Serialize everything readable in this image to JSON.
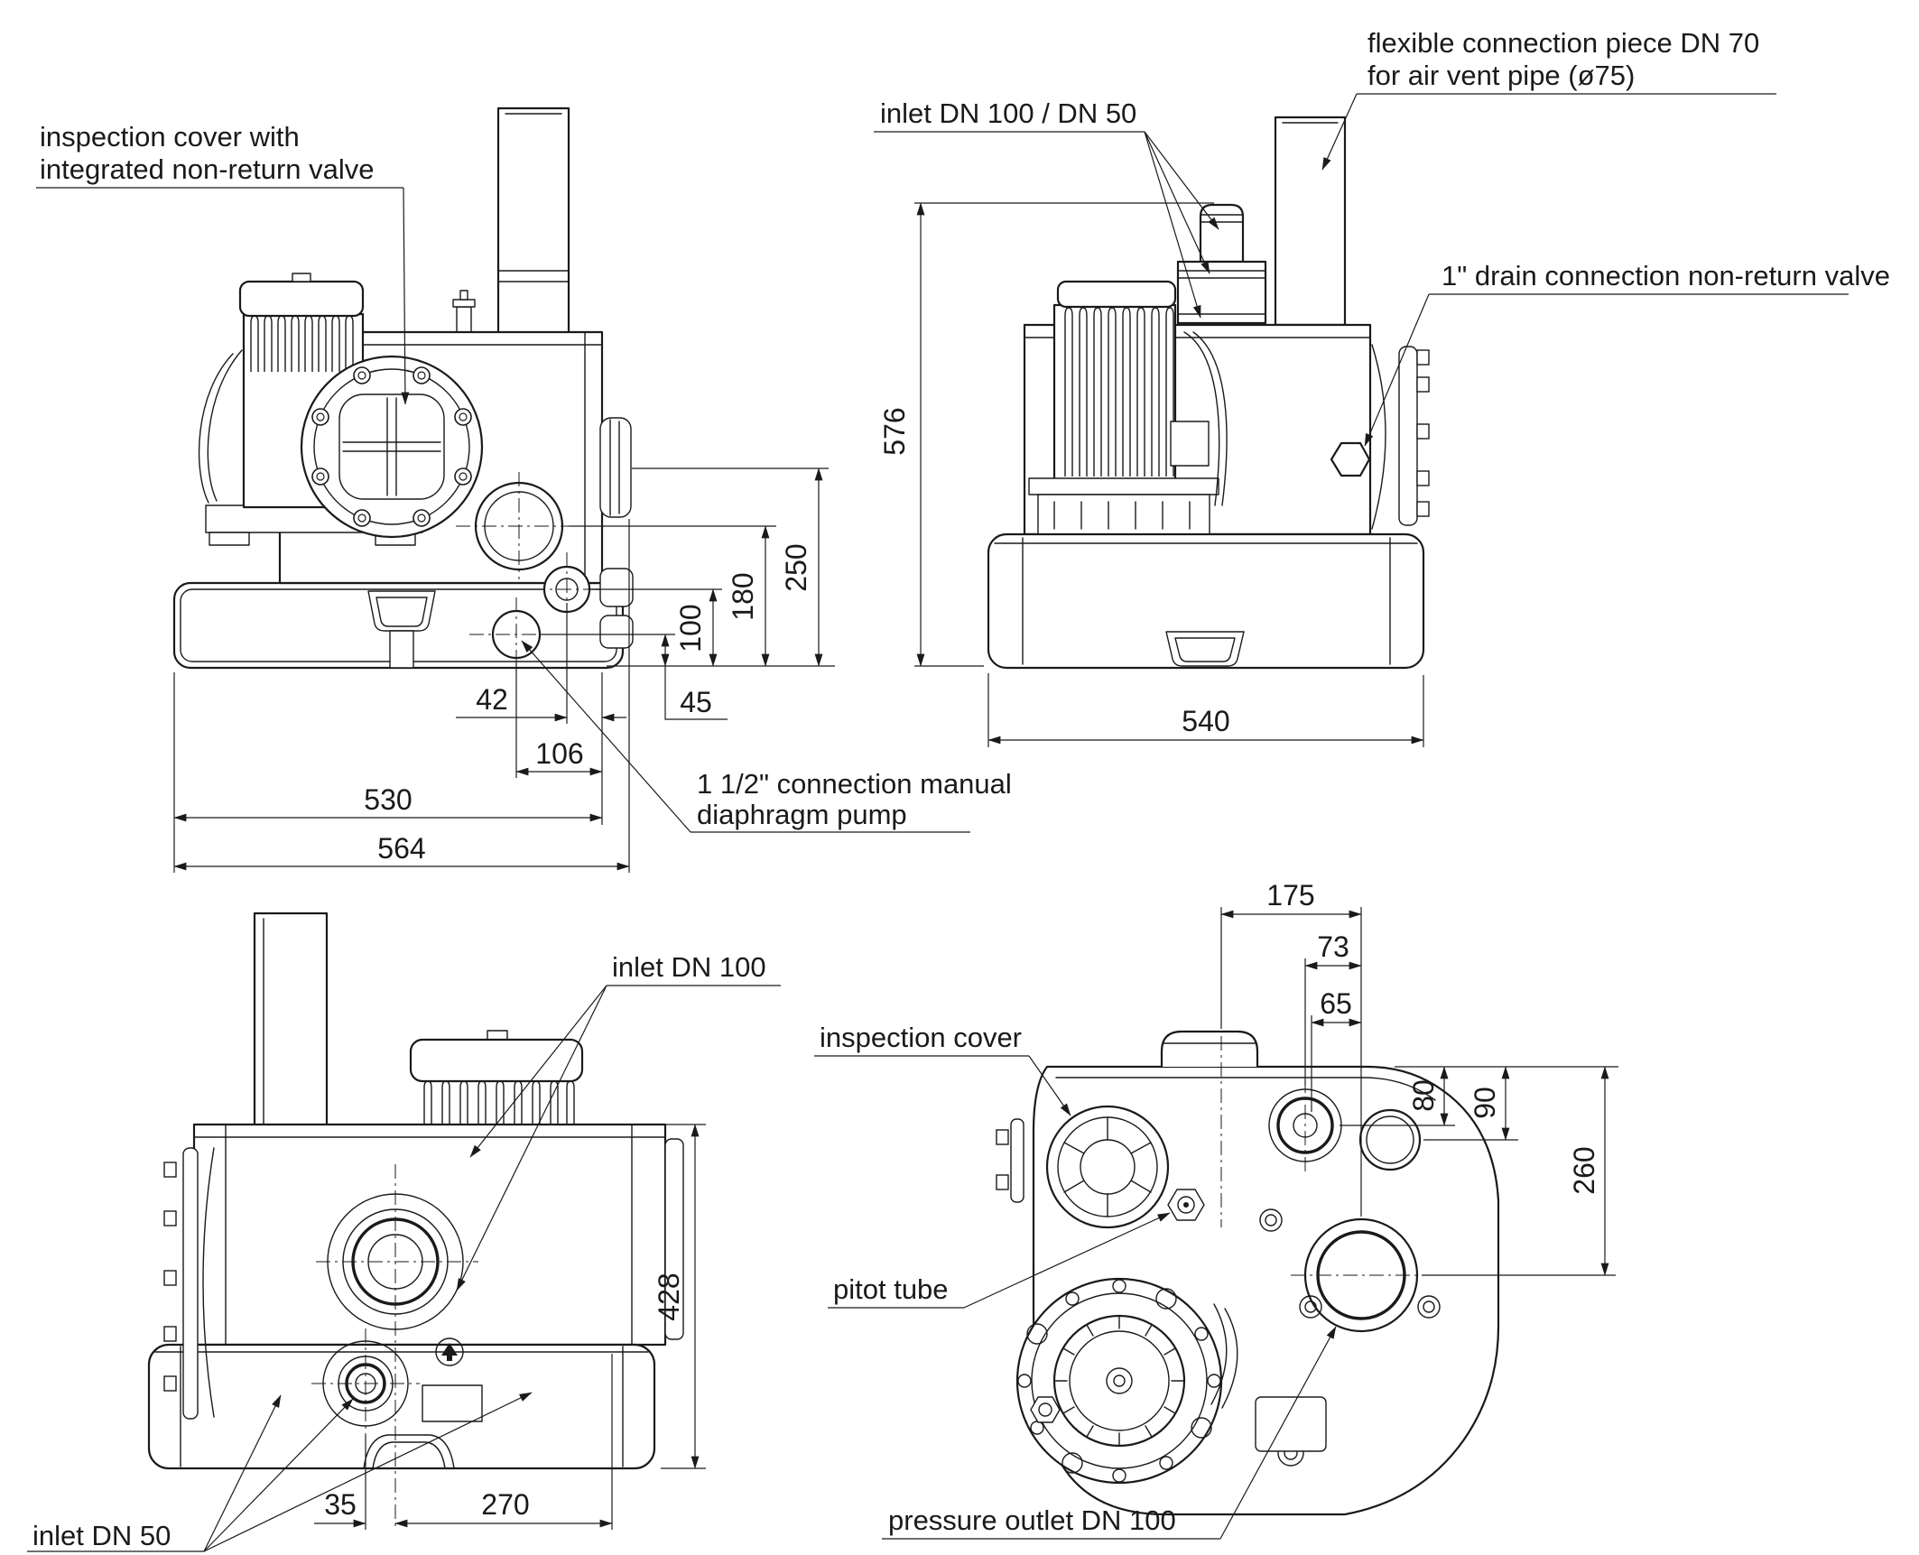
{
  "drawing": {
    "title": "sewage lifting station dimensional drawing",
    "colors": {
      "line": "#1a1a1a",
      "background": "#ffffff"
    },
    "front_view": {
      "label_inspection_line1": "inspection cover with",
      "label_inspection_line2": "integrated non-return valve",
      "label_pump_line1": "1 1/2\" connection manual",
      "label_pump_line2": "diaphragm pump",
      "dims": {
        "d250": "250",
        "d180": "180",
        "d100": "100",
        "d45": "45",
        "d42": "42",
        "d106": "106",
        "d530": "530",
        "d564": "564"
      }
    },
    "side_view": {
      "label_inlet": "inlet DN 100 / DN 50",
      "label_flex_line1": "flexible connection piece DN 70",
      "label_flex_line2": "for air vent pipe (ø75)",
      "label_drain": "1\" drain connection non-return valve",
      "dims": {
        "d576": "576",
        "d540": "540"
      }
    },
    "bottom_left_view": {
      "label_inlet100": "inlet DN 100",
      "label_inlet50": "inlet DN 50",
      "dims": {
        "d428": "428",
        "d35": "35",
        "d270": "270"
      }
    },
    "top_view": {
      "label_inspection": "inspection cover",
      "label_pitot": "pitot tube",
      "label_outlet": "pressure outlet DN 100",
      "dims": {
        "d175": "175",
        "d73": "73",
        "d65": "65",
        "d80": "80",
        "d90": "90",
        "d260": "260"
      }
    }
  }
}
